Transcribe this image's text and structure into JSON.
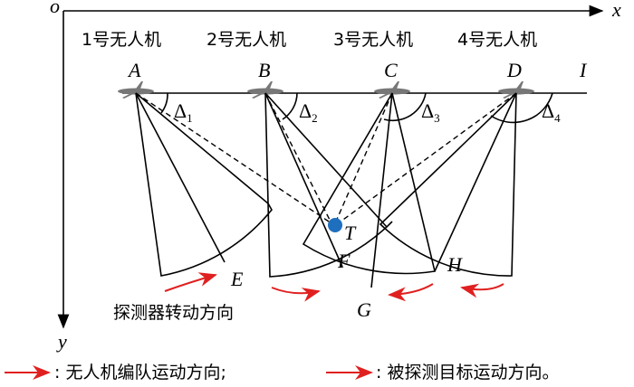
{
  "axes": {
    "origin": "o",
    "x": "x",
    "y": "y"
  },
  "uav_labels": [
    "1号无人机",
    "2号无人机",
    "3号无人机",
    "4号无人机"
  ],
  "points": {
    "A": "A",
    "B": "B",
    "C": "C",
    "D": "D",
    "I": "I",
    "E": "E",
    "F": "F",
    "G": "G",
    "H": "H",
    "T": "T"
  },
  "angles": [
    {
      "sym": "Δ",
      "sub": "1"
    },
    {
      "sym": "Δ",
      "sub": "2"
    },
    {
      "sym": "Δ",
      "sub": "3"
    },
    {
      "sym": "Δ",
      "sub": "4"
    }
  ],
  "rotation_label": "探测器转动方向",
  "legend": [
    {
      "text": ": 无人机编队运动方向;"
    },
    {
      "text": ": 被探测目标运动方向。"
    }
  ],
  "colors": {
    "arrow": "#e02020",
    "target": "#1f6fbf",
    "aircraft": "#777777"
  }
}
